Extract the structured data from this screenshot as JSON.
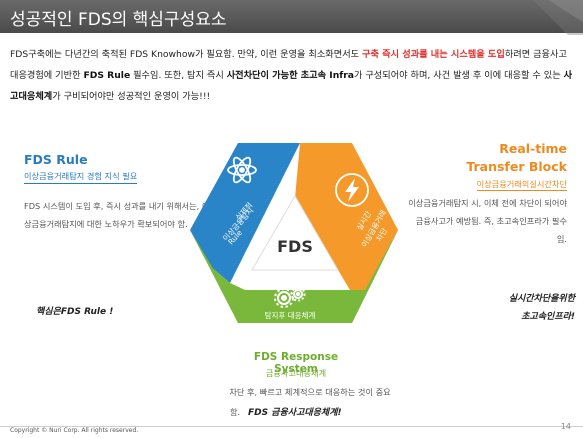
{
  "title": "성공적인 FDS의 핵심구성요소",
  "intro": {
    "p1": "FDS구축에는 다년간의 축적된 FDS Knowhow가 필요함. 만약, 이런 운영을 최소화면서도 ",
    "hl1": "구축 즉시 성과를 내는 시스템을 도입",
    "p2": "하려면 금융사고 대응경험에 기반한 ",
    "b1": "FDS Rule",
    "p3": " 필수임.  또한, 탐지 즉시 ",
    "b2": "사전차단이 가능한 초고속 Infra",
    "p4": "가 구성되어야 하며, 사건 발생 후 이에 대응할 수 있는 ",
    "b3": "사고대응체계",
    "p5": "가 구비되어야만 성공적인 운영이 가능!!!"
  },
  "rule": {
    "title": "FDS Rule",
    "subtitle": "이상금융거래탐지 경험 지식 필요",
    "body": "FDS 시스템이 도입 후, 즉시 성과를 내기 위해서는, 이상금융거래탐지에 대한 노하우가 확보되어야 함.",
    "emphasis": "핵심은FDS Rule !"
  },
  "realtime": {
    "title_line1": "Real-time",
    "title_line2": "Transfer Block",
    "subtitle": "이상금융거래의실시간차단",
    "body": "이상금융거래탐지 시, 이체 전에 차단이 되어야 금융사고가 예방됨. 즉, 초고속인프라가 필수임.",
    "emph_line1": "실시간차단을위한",
    "emph_line2": "초고속인프라!"
  },
  "response": {
    "title": "FDS Response System",
    "subtitle": "금융사고대응체계",
    "body": "차단 후, 빠르고 체계적으로 대응하는 것이 중요",
    "body_suffix": "함.",
    "emphasis": "FDS 금융사고대응체계!"
  },
  "diagram": {
    "center": "FDS",
    "blue_label_1": "실제적",
    "blue_label_2": "이상금융탐지",
    "blue_label_3": "Rule",
    "orange_label_1": "실시간",
    "orange_label_2": "이상금융거래",
    "orange_label_3": "차단",
    "green_label": "탐지후 대응체계",
    "icons": [
      "atom-icon",
      "lightning-icon",
      "gears-icon"
    ],
    "colors": {
      "blue": "#2a84c8",
      "orange": "#f59a2a",
      "green": "#79b83a",
      "center": "#ffffff"
    }
  },
  "footer": {
    "copyright": "Copyright © Nuri Corp. All rights reserved.",
    "page": "14"
  }
}
